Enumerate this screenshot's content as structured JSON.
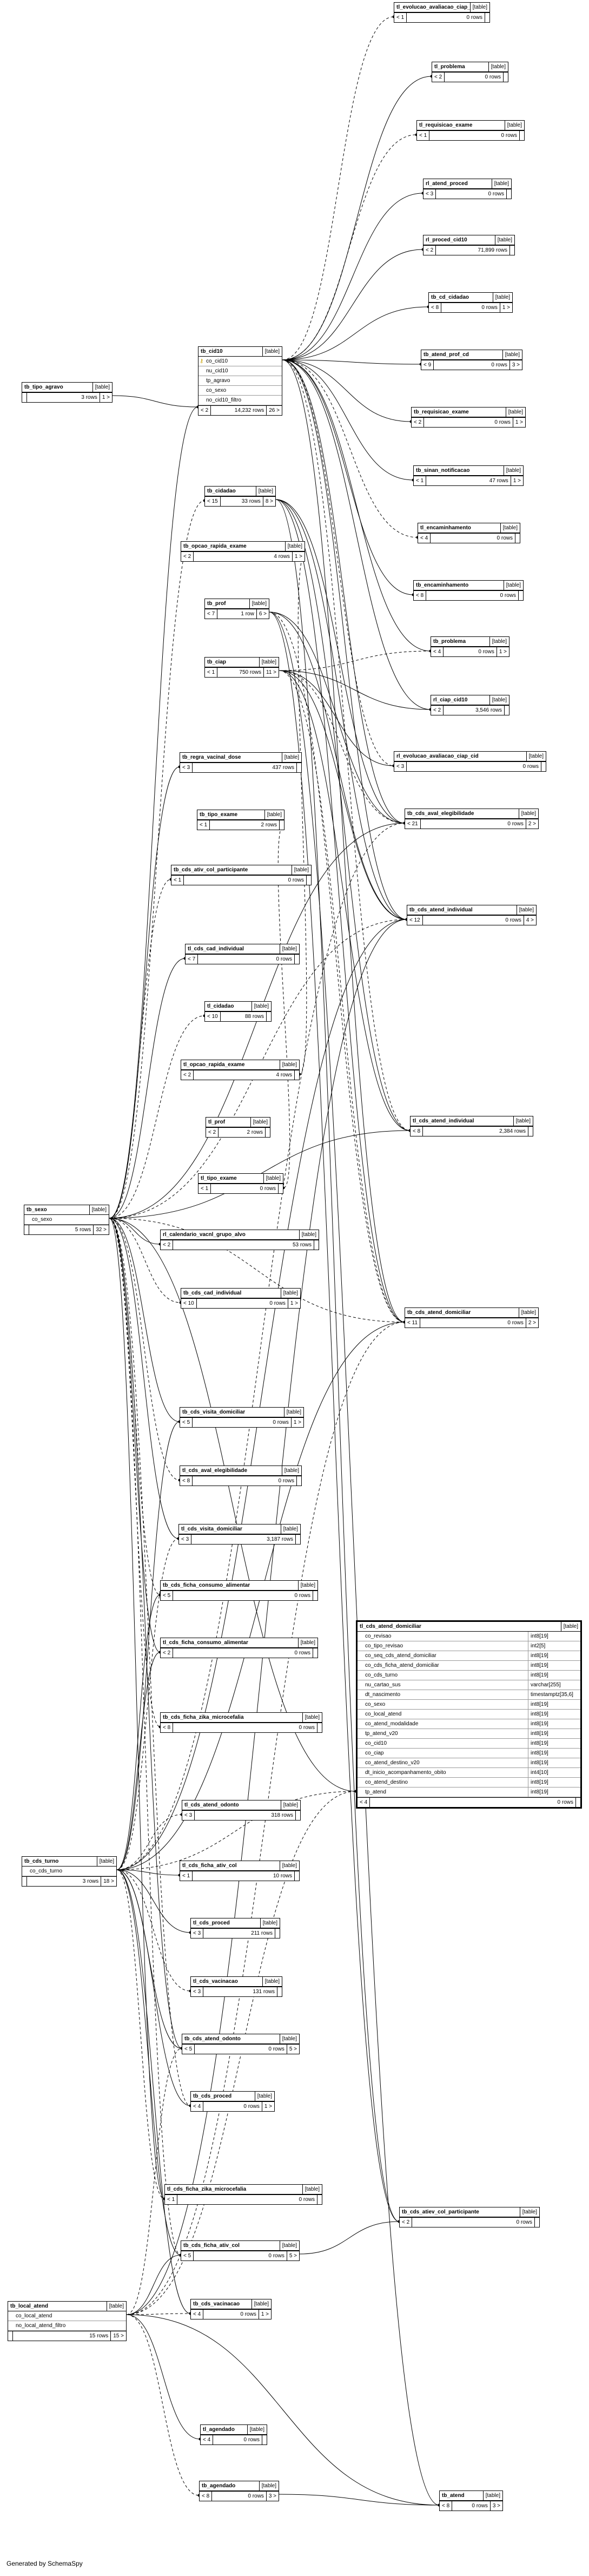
{
  "footer_text": "Generated by SchemaSpy",
  "tables": [
    {
      "id": "t1",
      "name": "tl_evolucao_avaliacao_ciap_cid",
      "type": "[table]",
      "parents": "< 1",
      "rows": "0 rows",
      "children": ""
    },
    {
      "id": "t2",
      "name": "tl_problema",
      "type": "[table]",
      "parents": "< 2",
      "rows": "0 rows",
      "children": ""
    },
    {
      "id": "t3",
      "name": "tl_requisicao_exame",
      "type": "[table]",
      "parents": "< 1",
      "rows": "0 rows",
      "children": ""
    },
    {
      "id": "t4",
      "name": "rl_atend_proced",
      "type": "[table]",
      "parents": "< 3",
      "rows": "0 rows",
      "children": ""
    },
    {
      "id": "t5",
      "name": "rl_proced_cid10",
      "type": "[table]",
      "parents": "< 2",
      "rows": "71,899 rows",
      "children": ""
    },
    {
      "id": "t6",
      "name": "tb_cd_cidadao",
      "type": "[table]",
      "parents": "< 8",
      "rows": "0 rows",
      "children": "1 >"
    },
    {
      "id": "t7",
      "name": "tb_atend_prof_cd",
      "type": "[table]",
      "parents": "< 9",
      "rows": "0 rows",
      "children": "3 >"
    },
    {
      "id": "t8",
      "name": "tb_requisicao_exame",
      "type": "[table]",
      "parents": "< 2",
      "rows": "0 rows",
      "children": "1 >"
    },
    {
      "id": "t9",
      "name": "tb_sinan_notificacao",
      "type": "[table]",
      "parents": "< 1",
      "rows": "47 rows",
      "children": "1 >"
    },
    {
      "id": "t10",
      "name": "tl_encaminhamento",
      "type": "[table]",
      "parents": "< 4",
      "rows": "0 rows",
      "children": ""
    },
    {
      "id": "t11",
      "name": "tb_encaminhamento",
      "type": "[table]",
      "parents": "< 8",
      "rows": "0 rows",
      "children": ""
    },
    {
      "id": "t12",
      "name": "tb_problema",
      "type": "[table]",
      "parents": "< 4",
      "rows": "0 rows",
      "children": "1 >"
    },
    {
      "id": "t13",
      "name": "rl_ciap_cid10",
      "type": "[table]",
      "parents": "< 2",
      "rows": "3,546 rows",
      "children": ""
    },
    {
      "id": "t14",
      "name": "rl_evolucao_avaliacao_ciap_cid",
      "type": "[table]",
      "parents": "< 3",
      "rows": "0 rows",
      "children": ""
    },
    {
      "id": "t15",
      "name": "tb_cds_aval_elegibilidade",
      "type": "[table]",
      "parents": "< 21",
      "rows": "0 rows",
      "children": "2 >"
    },
    {
      "id": "t16",
      "name": "tb_cds_atend_individual",
      "type": "[table]",
      "parents": "< 12",
      "rows": "0 rows",
      "children": "4 >"
    },
    {
      "id": "t17",
      "name": "tl_cds_atend_individual",
      "type": "[table]",
      "parents": "< 8",
      "rows": "2,384 rows",
      "children": ""
    },
    {
      "id": "t18",
      "name": "tb_cds_atend_domiciliar",
      "type": "[table]",
      "parents": "< 11",
      "rows": "0 rows",
      "children": "2 >"
    },
    {
      "id": "t19",
      "name": "tb_cds_atiev_col_participante",
      "type": "[table]",
      "parents": "< 2",
      "rows": "0 rows",
      "children": ""
    },
    {
      "id": "t20",
      "name": "tb_atend",
      "type": "[table]",
      "parents": "< 8",
      "rows": "0 rows",
      "children": "3 >"
    },
    {
      "id": "c1",
      "name": "tb_cid10",
      "type": "[table]",
      "columns": [
        {
          "n": "co_cid10",
          "pk": true
        },
        {
          "n": "nu_cid10"
        },
        {
          "n": "tp_agravo"
        },
        {
          "n": "co_sexo"
        },
        {
          "n": "no_cid10_filtro"
        }
      ],
      "parents": "< 2",
      "rows": "14,232 rows",
      "children": "26 >"
    },
    {
      "id": "c2",
      "name": "tb_cidadao",
      "type": "[table]",
      "parents": "< 15",
      "rows": "33 rows",
      "children": "8 >"
    },
    {
      "id": "c3",
      "name": "tb_opcao_rapida_exame",
      "type": "[table]",
      "parents": "< 2",
      "rows": "4 rows",
      "children": "1 >"
    },
    {
      "id": "c4",
      "name": "tb_prof",
      "type": "[table]",
      "parents": "< 7",
      "rows": "1 row",
      "children": "6 >"
    },
    {
      "id": "c5",
      "name": "tb_ciap",
      "type": "[table]",
      "parents": "< 1",
      "rows": "750 rows",
      "children": "11 >"
    },
    {
      "id": "c6",
      "name": "tb_regra_vacinal_dose",
      "type": "[table]",
      "parents": "< 3",
      "rows": "437 rows",
      "children": ""
    },
    {
      "id": "c7",
      "name": "tb_tipo_exame",
      "type": "[table]",
      "parents": "< 1",
      "rows": "2 rows",
      "children": ""
    },
    {
      "id": "c8",
      "name": "tb_cds_ativ_col_participante",
      "type": "[table]",
      "parents": "< 1",
      "rows": "0 rows",
      "children": ""
    },
    {
      "id": "c9",
      "name": "tl_cds_cad_individual",
      "type": "[table]",
      "parents": "< 7",
      "rows": "0 rows",
      "children": ""
    },
    {
      "id": "c10",
      "name": "tl_cidadao",
      "type": "[table]",
      "parents": "< 10",
      "rows": "88 rows",
      "children": ""
    },
    {
      "id": "c11",
      "name": "tl_opcao_rapida_exame",
      "type": "[table]",
      "parents": "< 2",
      "rows": "4 rows",
      "children": ""
    },
    {
      "id": "c12",
      "name": "tl_prof",
      "type": "[table]",
      "parents": "< 2",
      "rows": "2 rows",
      "children": ""
    },
    {
      "id": "c13",
      "name": "tl_tipo_exame",
      "type": "[table]",
      "parents": "< 1",
      "rows": "0 rows",
      "children": ""
    },
    {
      "id": "c14",
      "name": "rl_calendario_vacnl_grupo_alvo",
      "type": "[table]",
      "parents": "< 2",
      "rows": "53 rows",
      "children": ""
    },
    {
      "id": "c15",
      "name": "tb_cds_cad_individual",
      "type": "[table]",
      "parents": "< 10",
      "rows": "0 rows",
      "children": "1 >"
    },
    {
      "id": "c16",
      "name": "tb_cds_visita_domiciliar",
      "type": "[table]",
      "parents": "< 5",
      "rows": "0 rows",
      "children": "1 >"
    },
    {
      "id": "c17",
      "name": "tl_cds_aval_elegibilidade",
      "type": "[table]",
      "parents": "< 8",
      "rows": "0 rows",
      "children": ""
    },
    {
      "id": "c18",
      "name": "tl_cds_visita_domiciliar",
      "type": "[table]",
      "parents": "< 3",
      "rows": "3,187 rows",
      "children": ""
    },
    {
      "id": "c19",
      "name": "tb_cds_ficha_consumo_alimentar",
      "type": "[table]",
      "parents": "< 5",
      "rows": "0 rows",
      "children": ""
    },
    {
      "id": "c20",
      "name": "tl_cds_ficha_consumo_alimentar",
      "type": "[table]",
      "parents": "< 2",
      "rows": "0 rows",
      "children": ""
    },
    {
      "id": "c21",
      "name": "tb_cds_ficha_zika_microcefalia",
      "type": "[table]",
      "parents": "< 8",
      "rows": "0 rows",
      "children": ""
    },
    {
      "id": "c22",
      "name": "tl_cds_atend_odonto",
      "type": "[table]",
      "parents": "< 3",
      "rows": "318 rows",
      "children": ""
    },
    {
      "id": "c23",
      "name": "tl_cds_ficha_ativ_col",
      "type": "[table]",
      "parents": "< 1",
      "rows": "10 rows",
      "children": ""
    },
    {
      "id": "c24",
      "name": "tl_cds_proced",
      "type": "[table]",
      "parents": "< 3",
      "rows": "211 rows",
      "children": ""
    },
    {
      "id": "c25",
      "name": "tl_cds_vacinacao",
      "type": "[table]",
      "parents": "< 3",
      "rows": "131 rows",
      "children": ""
    },
    {
      "id": "c26",
      "name": "tb_cds_atend_odonto",
      "type": "[table]",
      "parents": "< 5",
      "rows": "0 rows",
      "children": "5 >"
    },
    {
      "id": "c27",
      "name": "tb_cds_proced",
      "type": "[table]",
      "parents": "< 4",
      "rows": "0 rows",
      "children": "1 >"
    },
    {
      "id": "c28",
      "name": "tl_cds_ficha_zika_microcefalia",
      "type": "[table]",
      "parents": "< 1",
      "rows": "0 rows",
      "children": ""
    },
    {
      "id": "c29",
      "name": "tb_cds_ficha_ativ_col",
      "type": "[table]",
      "parents": "< 5",
      "rows": "0 rows",
      "children": "5 >"
    },
    {
      "id": "c30",
      "name": "tb_cds_vacinacao",
      "type": "[table]",
      "parents": "< 4",
      "rows": "0 rows",
      "children": "1 >"
    },
    {
      "id": "c31",
      "name": "tl_agendado",
      "type": "[table]",
      "parents": "< 4",
      "rows": "0 rows",
      "children": ""
    },
    {
      "id": "c32",
      "name": "tb_agendado",
      "type": "[table]",
      "parents": "< 8",
      "rows": "0 rows",
      "children": "3 >"
    },
    {
      "id": "l1",
      "name": "tb_tipo_agravo",
      "type": "[table]",
      "parents": "",
      "rows": "3 rows",
      "children": "1 >"
    },
    {
      "id": "l2",
      "name": "tb_sexo",
      "type": "[table]",
      "columns": [
        {
          "n": "co_sexo"
        }
      ],
      "parents": "",
      "rows": "5 rows",
      "children": "32 >"
    },
    {
      "id": "l3",
      "name": "tb_cds_turno",
      "type": "[table]",
      "columns": [
        {
          "n": "co_cds_turno"
        }
      ],
      "parents": "",
      "rows": "3 rows",
      "children": "18 >"
    },
    {
      "id": "l4",
      "name": "tb_local_atend",
      "type": "[table]",
      "columns": [
        {
          "n": "co_local_atend"
        },
        {
          "n": "no_local_atend_filtro"
        }
      ],
      "parents": "",
      "rows": "15 rows",
      "children": "15 >"
    },
    {
      "id": "big",
      "name": "tl_cds_atend_domiciliar",
      "type": "[table]",
      "selected": true,
      "columns": [
        {
          "n": "co_revisao",
          "t": "int8[19]"
        },
        {
          "n": "co_tipo_revisao",
          "t": "int2[5]"
        },
        {
          "n": "co_seq_cds_atend_domiciliar",
          "t": "int8[19]"
        },
        {
          "n": "co_cds_ficha_atend_domiciliar",
          "t": "int8[19]"
        },
        {
          "n": "co_cds_turno",
          "t": "int8[19]"
        },
        {
          "n": "nu_cartao_sus",
          "t": "varchar[255]"
        },
        {
          "n": "dt_nascimento",
          "t": "timestamptz[35,6]"
        },
        {
          "n": "co_sexo",
          "t": "int8[19]"
        },
        {
          "n": "co_local_atend",
          "t": "int8[19]"
        },
        {
          "n": "co_atend_modalidade",
          "t": "int8[19]"
        },
        {
          "n": "tp_atend_v20",
          "t": "int8[19]"
        },
        {
          "n": "co_cid10",
          "t": "int8[19]"
        },
        {
          "n": "co_ciap",
          "t": "int8[19]"
        },
        {
          "n": "co_atend_destino_v20",
          "t": "int8[19]"
        },
        {
          "n": "dt_inicio_acompanhamento_obito",
          "t": "int4[10]"
        },
        {
          "n": "co_atend_destino",
          "t": "int8[19]"
        },
        {
          "n": "tp_atend",
          "t": "int8[19]"
        }
      ],
      "parents": "< 4",
      "rows": "0 rows",
      "children": ""
    }
  ]
}
